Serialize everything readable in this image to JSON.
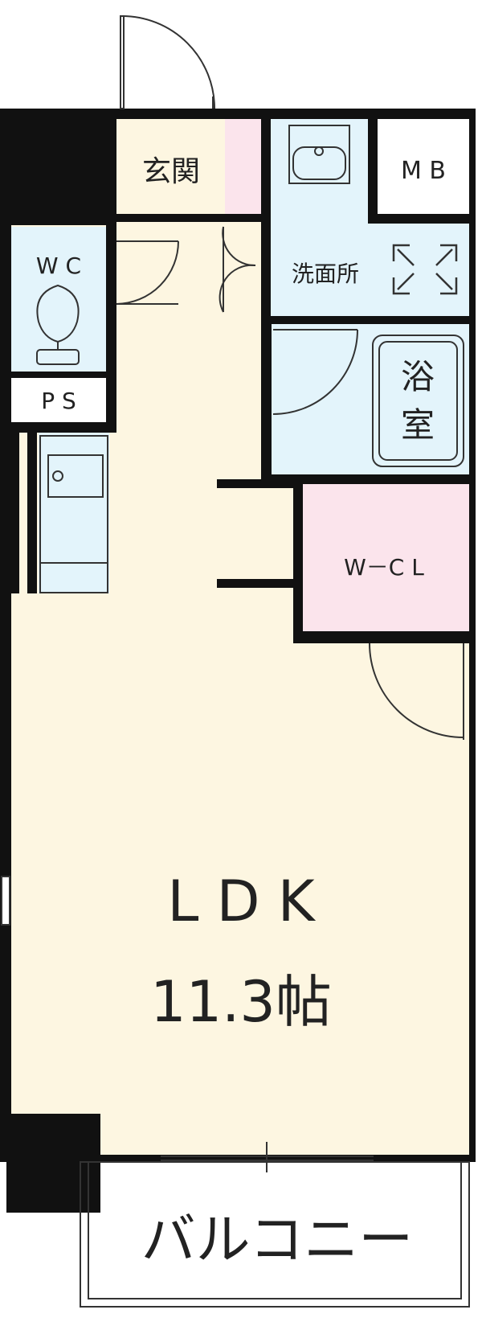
{
  "floorplan": {
    "rooms": {
      "entrance": "玄関",
      "mb": "M B",
      "wc": "W C",
      "ps": "P S",
      "washroom": "洗面所",
      "bath_1": "浴",
      "bath_2": "室",
      "wcl": "W－C L",
      "ldk": "L D K",
      "ldk_size": "11.3帖",
      "balcony": "バルコニー"
    },
    "colors": {
      "wall": "#111111",
      "ldk_floor": "#fdf6e1",
      "wet_area": "#e3f4fb",
      "pink_area": "#fbe4ec",
      "outline": "#333333"
    }
  }
}
